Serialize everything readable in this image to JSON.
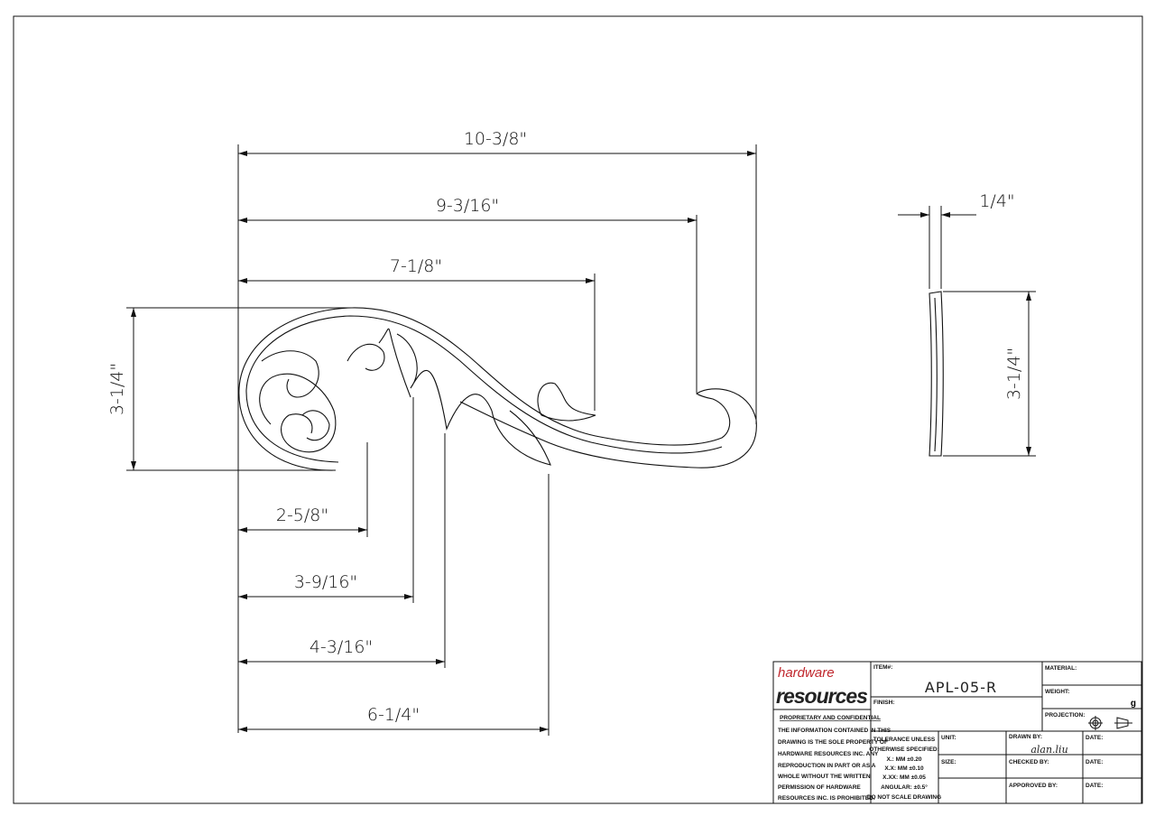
{
  "front_view": {
    "dimensions": {
      "overall_width": "10-3/8\"",
      "width_2": "9-3/16\"",
      "width_3": "7-1/8\"",
      "height": "3-1/4\"",
      "width_4": "2-5/8\"",
      "width_5": "3-9/16\"",
      "width_6": "4-3/16\"",
      "width_7": "6-1/4\""
    }
  },
  "side_view": {
    "dimensions": {
      "thickness": "1/4\"",
      "height": "3-1/4\""
    }
  },
  "title_block": {
    "logo_top": "hardware",
    "logo_bottom": "resources",
    "brand_color": "#c0272d",
    "proprietary_heading": "PROPRIETARY AND CONFIDENTIAL",
    "proprietary_lines": [
      "THE INFORMATION CONTAINED IN THIS",
      "DRAWING IS THE SOLE PROPERTY OF",
      "HARDWARE RESOURCES INC.  ANY",
      "REPRODUCTION IN PART OR AS A",
      "WHOLE  WITHOUT THE WRITTEN",
      "PERMISSION OF HARDWARE",
      "RESOURCES INC. IS PROHIBITED."
    ],
    "item_label": "ITEM#:",
    "item_value": "APL-05-R",
    "finish_label": "FINISH:",
    "material_label": "MATERIAL:",
    "weight_label": "WEIGHT:",
    "weight_unit": "g",
    "projection_label": "PROJECTION:",
    "tolerance_lines": [
      "TOLERANCE UNLESS",
      "OTHERWISE SPECIFIED:",
      "X.:  MM    ±0.20",
      "X.X:  MM    ±0.10",
      "X.XX:  MM   ±0.05",
      "ANGULAR:    ±0.5°",
      "DO NOT SCALE DRAWING"
    ],
    "unit_label": "UNIT:",
    "size_label": "SIZE:",
    "drawn_by_label": "DRAWN BY:",
    "drawn_by_signature": "alan.liu",
    "checked_by_label": "CHECKED BY:",
    "approved_by_label": "APPOROVED BY:",
    "date_label": "DATE:"
  }
}
